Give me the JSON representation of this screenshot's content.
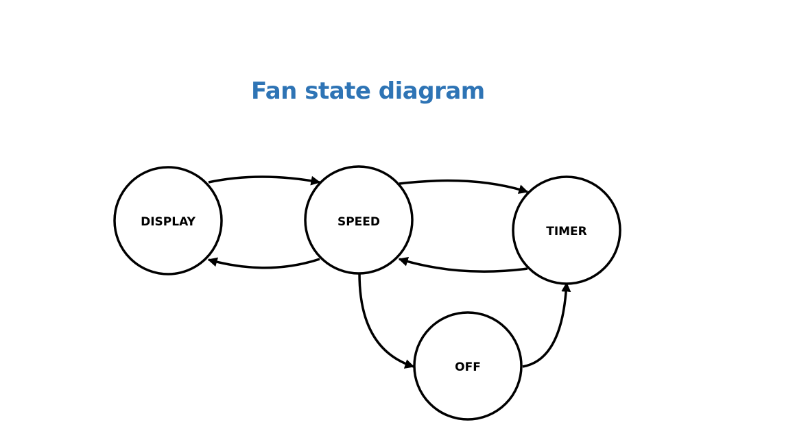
{
  "title": "Fan state diagram",
  "colors": {
    "title": "#2e74b5",
    "stroke": "#000000",
    "node_fill": "#ffffff"
  },
  "states": [
    {
      "id": "display",
      "label": "DISPLAY"
    },
    {
      "id": "speed",
      "label": "SPEED"
    },
    {
      "id": "timer",
      "label": "TIMER"
    },
    {
      "id": "off",
      "label": "OFF"
    }
  ],
  "transitions": [
    {
      "from": "display",
      "to": "speed"
    },
    {
      "from": "speed",
      "to": "display"
    },
    {
      "from": "speed",
      "to": "timer"
    },
    {
      "from": "timer",
      "to": "speed"
    },
    {
      "from": "speed",
      "to": "off"
    },
    {
      "from": "off",
      "to": "timer"
    }
  ]
}
